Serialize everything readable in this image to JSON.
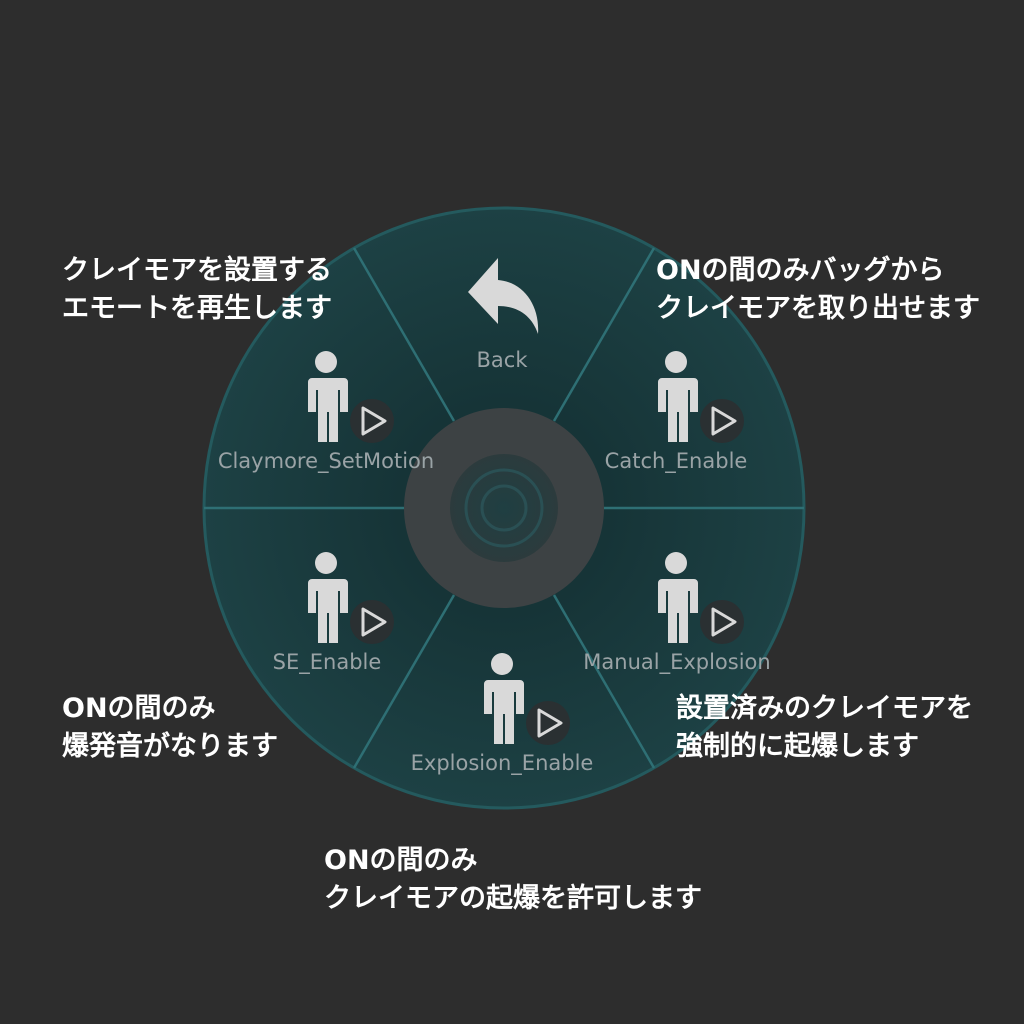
{
  "radial_menu": {
    "back": {
      "label": "Back",
      "icon": "back-arrow-icon"
    },
    "items": [
      {
        "label": "Claymore_SetMotion",
        "icon": "person-icon",
        "badge_icon": "play-icon"
      },
      {
        "label": "Catch_Enable",
        "icon": "person-icon",
        "badge_icon": "play-icon"
      },
      {
        "label": "SE_Enable",
        "icon": "person-icon",
        "badge_icon": "play-icon"
      },
      {
        "label": "Manual_Explosion",
        "icon": "person-icon",
        "badge_icon": "play-icon"
      },
      {
        "label": "Explosion_Enable",
        "icon": "person-icon",
        "badge_icon": "play-icon"
      }
    ],
    "colors": {
      "background": "#2d2d2d",
      "wedge_fill": "#1a3a3d",
      "divider": "#2e6f74",
      "rim": "#245a5e",
      "hub": "#3a3f42",
      "icon": "#d9d9d9"
    }
  },
  "annotations": {
    "top_left": {
      "line1": "クレイモアを設置する",
      "line2": "エモートを再生します"
    },
    "top_right": {
      "line1": "ONの間のみバッグから",
      "line2": "クレイモアを取り出せます"
    },
    "left": {
      "line1": "ONの間のみ",
      "line2": "爆発音がなります"
    },
    "right": {
      "line1": "設置済みのクレイモアを",
      "line2": "強制的に起爆します"
    },
    "bottom": {
      "line1": "ONの間のみ",
      "line2": "クレイモアの起爆を許可します"
    }
  }
}
